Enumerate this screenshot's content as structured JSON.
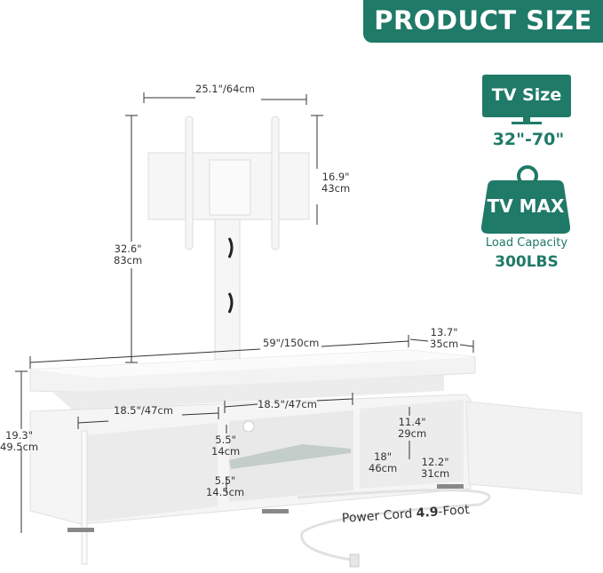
{
  "header": {
    "title": "PRODUCT SIZE"
  },
  "badges": {
    "tv_size": {
      "icon": "tv-monitor-icon",
      "label": "TV Size",
      "value": "32\"-70\""
    },
    "tv_max": {
      "icon": "weight-icon",
      "label": "TV MAX",
      "caption": "Load Capacity",
      "value": "300LBS"
    }
  },
  "colors": {
    "brand": "#1f7a68",
    "product": "#f4f4f4",
    "line": "#333333"
  },
  "dimensions": {
    "mount_width": "25.1\"/64cm",
    "mount_height_in": "16.9\"",
    "mount_height_cm": "43cm",
    "stand_height_in": "32.6\"",
    "stand_height_cm": "83cm",
    "total_width": "59\"/150cm",
    "depth_in": "13.7\"",
    "depth_cm": "35cm",
    "cabinet_height_in": "19.3\"",
    "cabinet_height_cm": "49.5cm",
    "left_compartment_width": "18.5\"/47cm",
    "middle_compartment_width": "18.5\"/47cm",
    "shelf_upper_in": "5.5\"",
    "shelf_upper_cm": "14cm",
    "shelf_lower_in": "5.5\"",
    "shelf_lower_cm": "14.5cm",
    "right_height_in": "11.4\"",
    "right_height_cm": "29cm",
    "right_width_in": "18\"",
    "right_width_cm": "46cm",
    "right_depth_in": "12.2\"",
    "right_depth_cm": "31cm"
  },
  "power_cord": {
    "prefix": "Power Cord ",
    "length": "4.9",
    "suffix": "-Foot"
  }
}
